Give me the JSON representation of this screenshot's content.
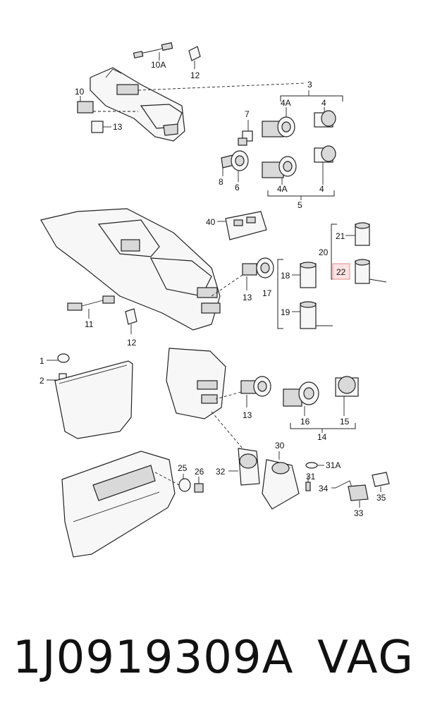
{
  "callouts": {
    "c10A": "10A",
    "c12a": "12",
    "c3": "3",
    "c4a": "4A",
    "c4b": "4",
    "c10": "10",
    "c13a": "13",
    "c7": "7",
    "c8": "8",
    "c6": "6",
    "c4Ab": "4A",
    "c4c": "4",
    "c5": "5",
    "c40": "40",
    "c21": "21",
    "c20": "20",
    "c22": "22",
    "c18": "18",
    "c17": "17",
    "c19": "19",
    "c13b": "13",
    "c11": "11",
    "c12b": "12",
    "c1": "1",
    "c2": "2",
    "c13c": "13",
    "c16": "16",
    "c15": "15",
    "c14": "14",
    "c30": "30",
    "c31A": "31A",
    "c25": "25",
    "c26": "26",
    "c32": "32",
    "c31": "31",
    "c34": "34",
    "c35": "35",
    "c33": "33"
  },
  "highlight": {
    "label": "22",
    "color": "#e58a8a"
  },
  "footer": {
    "part_number": "1J0919309A",
    "brand": "VAG"
  }
}
